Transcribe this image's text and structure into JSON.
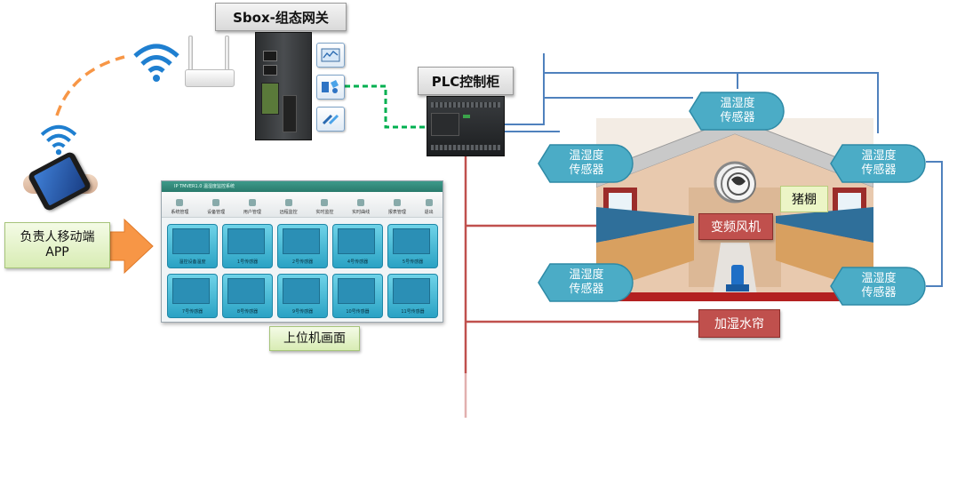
{
  "gateway": {
    "title": "Sbox-组态网关"
  },
  "plc": {
    "title": "PLC控制柜"
  },
  "app": {
    "label": "负责人移动端\nAPP"
  },
  "hmi": {
    "caption": "上位机画面",
    "title_bar": "IP TMVER1.0  温湿度监控系统",
    "toolbar": [
      "系统管理",
      "设备管理",
      "用户管理",
      "远程监控",
      "实时监控",
      "实时曲线",
      "报表管理",
      "退出"
    ],
    "tiles": [
      "温控设备温度",
      "1号传感器",
      "2号传感器",
      "4号传感器",
      "5号传感器",
      "7号传感器",
      "8号传感器",
      "9号传感器",
      "10号传感器",
      "11号传感器"
    ]
  },
  "barn": {
    "label": "猪棚"
  },
  "actuators": {
    "fan": "变频风机",
    "curtain": "加湿水帘"
  },
  "sensors": [
    {
      "label": "温湿度\n传感器"
    },
    {
      "label": "温湿度\n传感器"
    },
    {
      "label": "温湿度\n传感器"
    },
    {
      "label": "温湿度\n传感器"
    },
    {
      "label": "温湿度\n传感器"
    }
  ],
  "colors": {
    "sensor_fill": "#4bacc6",
    "red_line": "#c0504d",
    "blue_line": "#4f81bd",
    "green_dash": "#00b050",
    "orange_dash": "#f79646",
    "arrow": "#f79646",
    "wifi": "#1f7fd0"
  },
  "icons": [
    "wifi-icon",
    "router-icon",
    "phone-icon",
    "gateway-device-icon",
    "plc-device-icon",
    "fan-icon",
    "pump-icon",
    "arrow-right-icon"
  ]
}
